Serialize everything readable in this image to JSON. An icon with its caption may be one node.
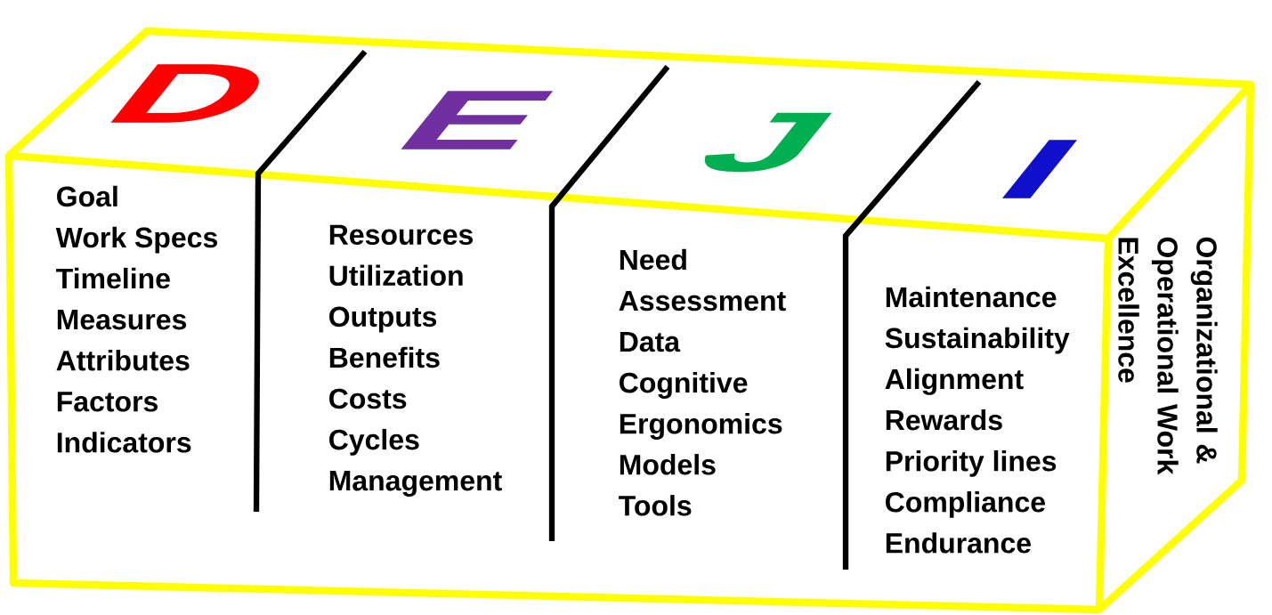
{
  "diagram": {
    "nodes": [
      {
        "text": [
          "D",
          "Goal",
          "Work Specs",
          "Timeline",
          "Measures",
          "Attributes",
          "Factors",
          "Indicators"
        ]
      },
      {
        "text": [
          "E",
          "Resources",
          "Utilization",
          "Outputs",
          "Benefits",
          "Costs",
          "Cycles",
          "Management"
        ]
      },
      {
        "text": [
          "J",
          "Need",
          "Assessment",
          "Data",
          "Cognitive",
          "Ergonomics",
          "Models",
          "Tools"
        ]
      },
      {
        "text": [
          "I",
          "Maintenance",
          "Sustainability",
          "Alignment",
          "Rewards",
          "Priority lines",
          "Compliance",
          "Endurance"
        ]
      },
      {
        "text": [
          "Organizational & Operational Work Excellence"
        ]
      }
    ]
  }
}
